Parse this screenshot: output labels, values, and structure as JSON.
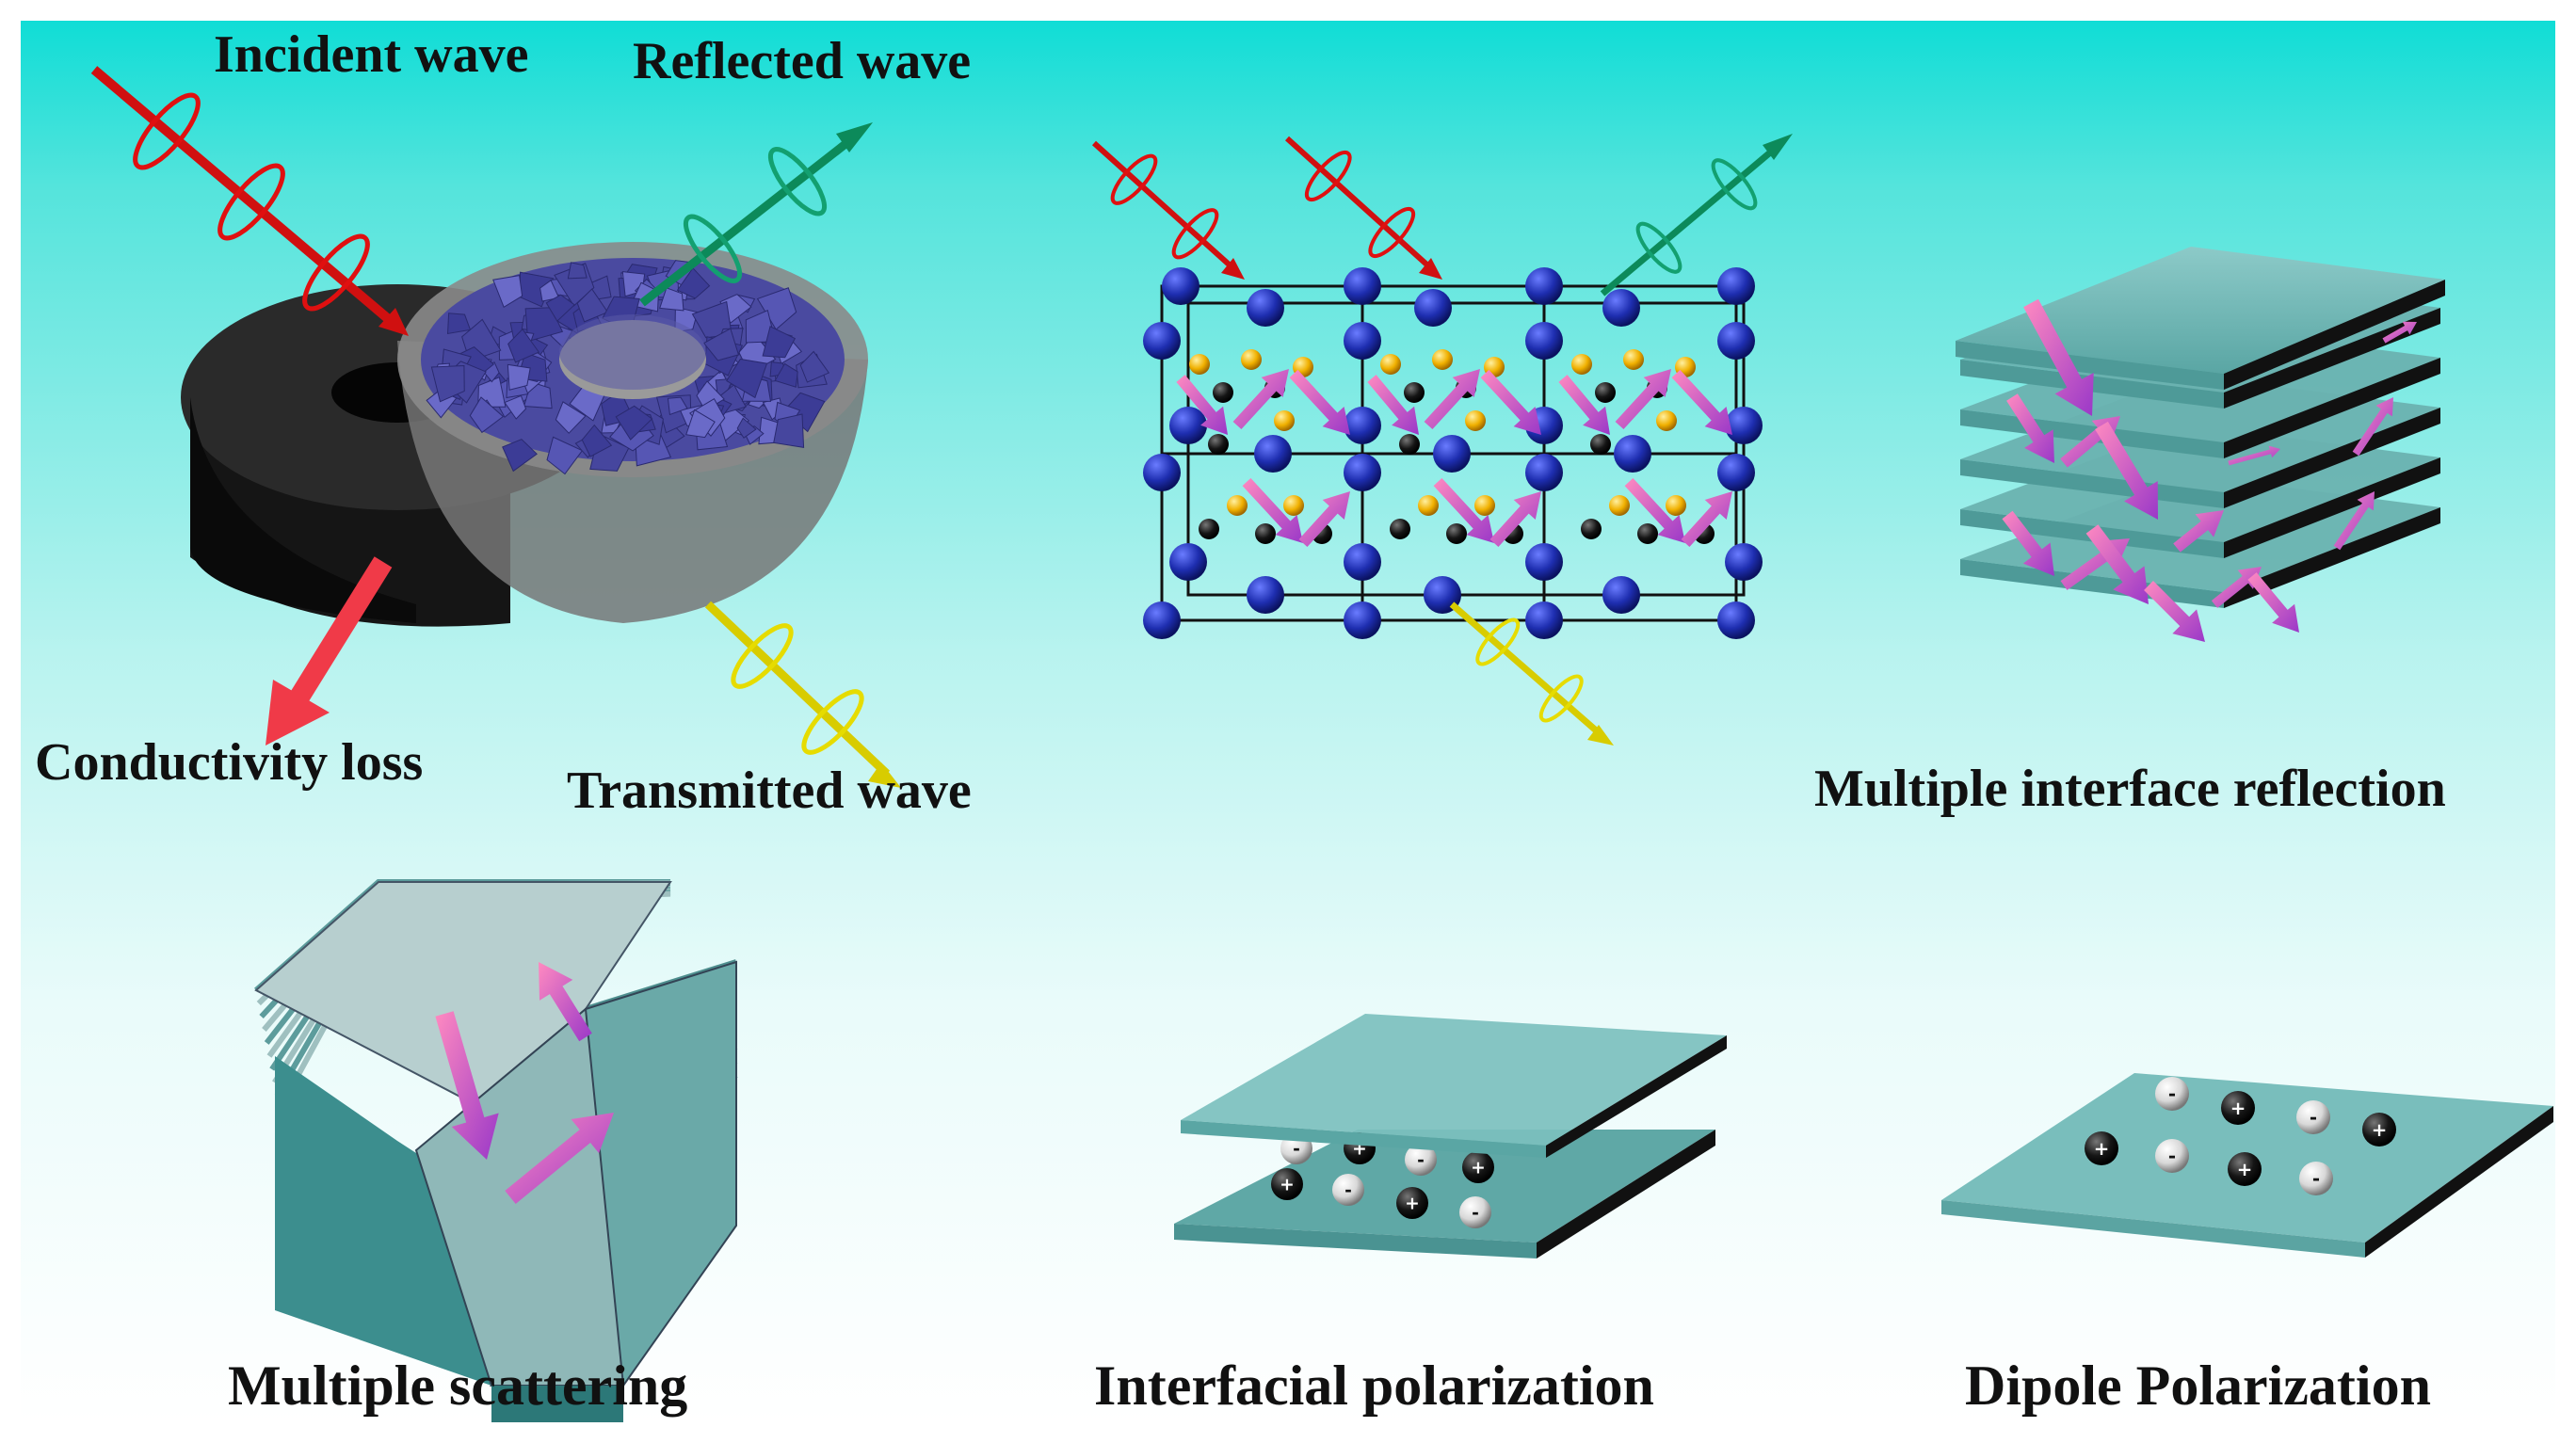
{
  "title": "",
  "labels": {
    "incident_wave": "Incident wave",
    "reflected_wave": "Reflected wave",
    "conductivity_loss": "Conductivity loss",
    "transmitted_wave": "Transmitted wave",
    "multiple_interface_reflection": "Multiple interface reflection",
    "multiple_scattering": "Multiple scattering",
    "interfacial_polarization": "Interfacial polarization",
    "dipole_polarization": "Dipole Polarization"
  },
  "charge_symbols": {
    "positive": "+",
    "negative": "-"
  },
  "colors": {
    "background_top": "#10ddd6",
    "background_bottom": "#ffffff",
    "incident_wave": "#e01010",
    "reflected_wave": "#0c9a6a",
    "transmitted_wave": "#e8e000",
    "conductivity_loss_arrow": "#f03040",
    "scatter_arrow": "#c050d0",
    "lattice_atom_large": "#1a2aa8",
    "lattice_atom_small_gold": "#f0b000",
    "lattice_atom_small_black": "#111111",
    "plate_fill": "#6fb8b6",
    "plate_edge": "#1a1a1a"
  }
}
